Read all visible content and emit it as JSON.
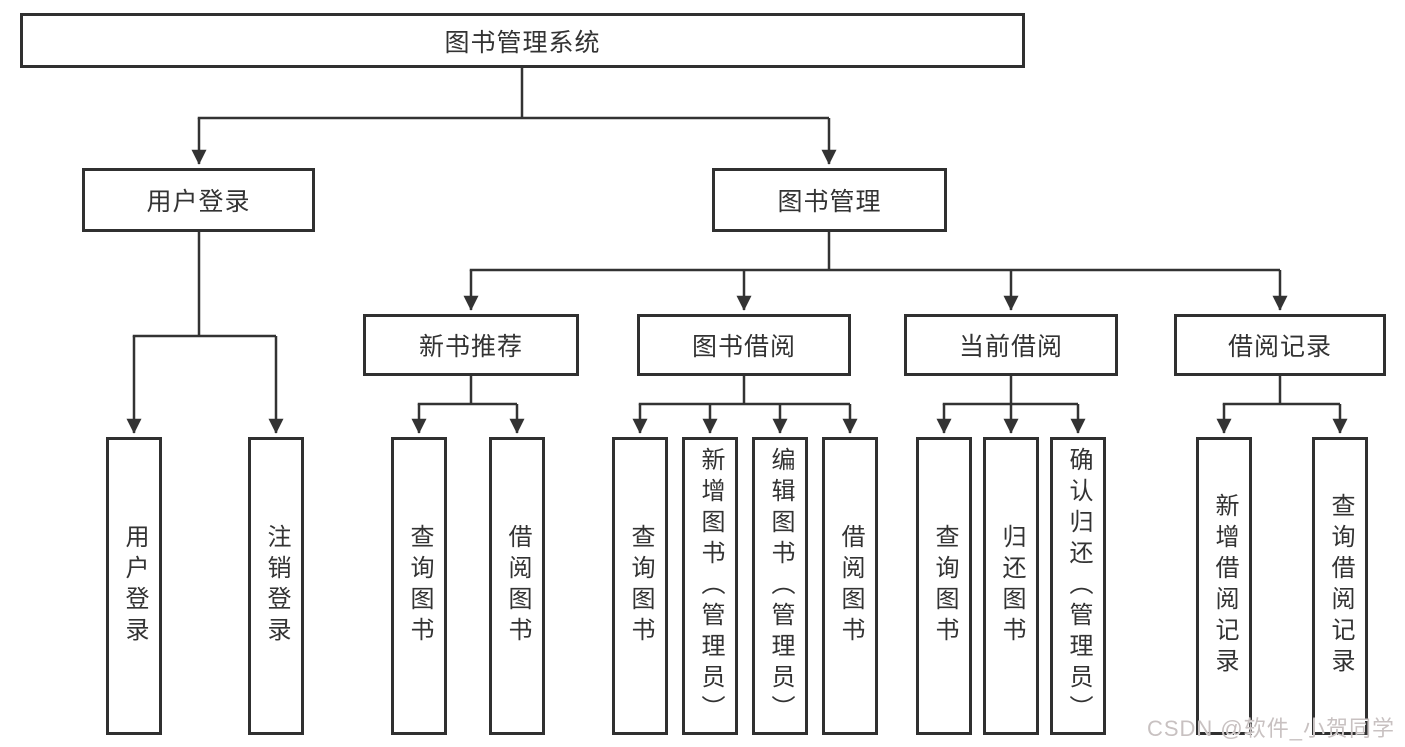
{
  "diagram": {
    "root": {
      "label": "图书管理系统"
    },
    "level2": {
      "user_login": {
        "label": "用户登录"
      },
      "book_management": {
        "label": "图书管理"
      }
    },
    "level3": {
      "new_book": {
        "label": "新书推荐"
      },
      "book_borrow": {
        "label": "图书借阅"
      },
      "current_borrow": {
        "label": "当前借阅"
      },
      "borrow_record": {
        "label": "借阅记录"
      }
    },
    "leaves": {
      "user_login_1": {
        "label": "用户登录"
      },
      "user_login_2": {
        "label": "注销登录"
      },
      "new_book_1": {
        "label": "查询图书"
      },
      "new_book_2": {
        "label": "借阅图书"
      },
      "book_borrow_1": {
        "label": "查询图书"
      },
      "book_borrow_2": {
        "label": "新增图书（管理员）"
      },
      "book_borrow_3": {
        "label": "编辑图书（管理员）"
      },
      "book_borrow_4": {
        "label": "借阅图书"
      },
      "current_borrow_1": {
        "label": "查询图书"
      },
      "current_borrow_2": {
        "label": "归还图书"
      },
      "current_borrow_3": {
        "label": "确认归还（管理员）"
      }
    },
    "record_leaves": {
      "borrow_record_1": {
        "label": "新增借阅记录"
      },
      "borrow_record_2": {
        "label": "查询借阅记录"
      }
    },
    "line_color": "#333333",
    "border_color": "#303030"
  },
  "watermark": {
    "text": "CSDN @软件_小贺同学",
    "color": "#c8c1c1"
  }
}
